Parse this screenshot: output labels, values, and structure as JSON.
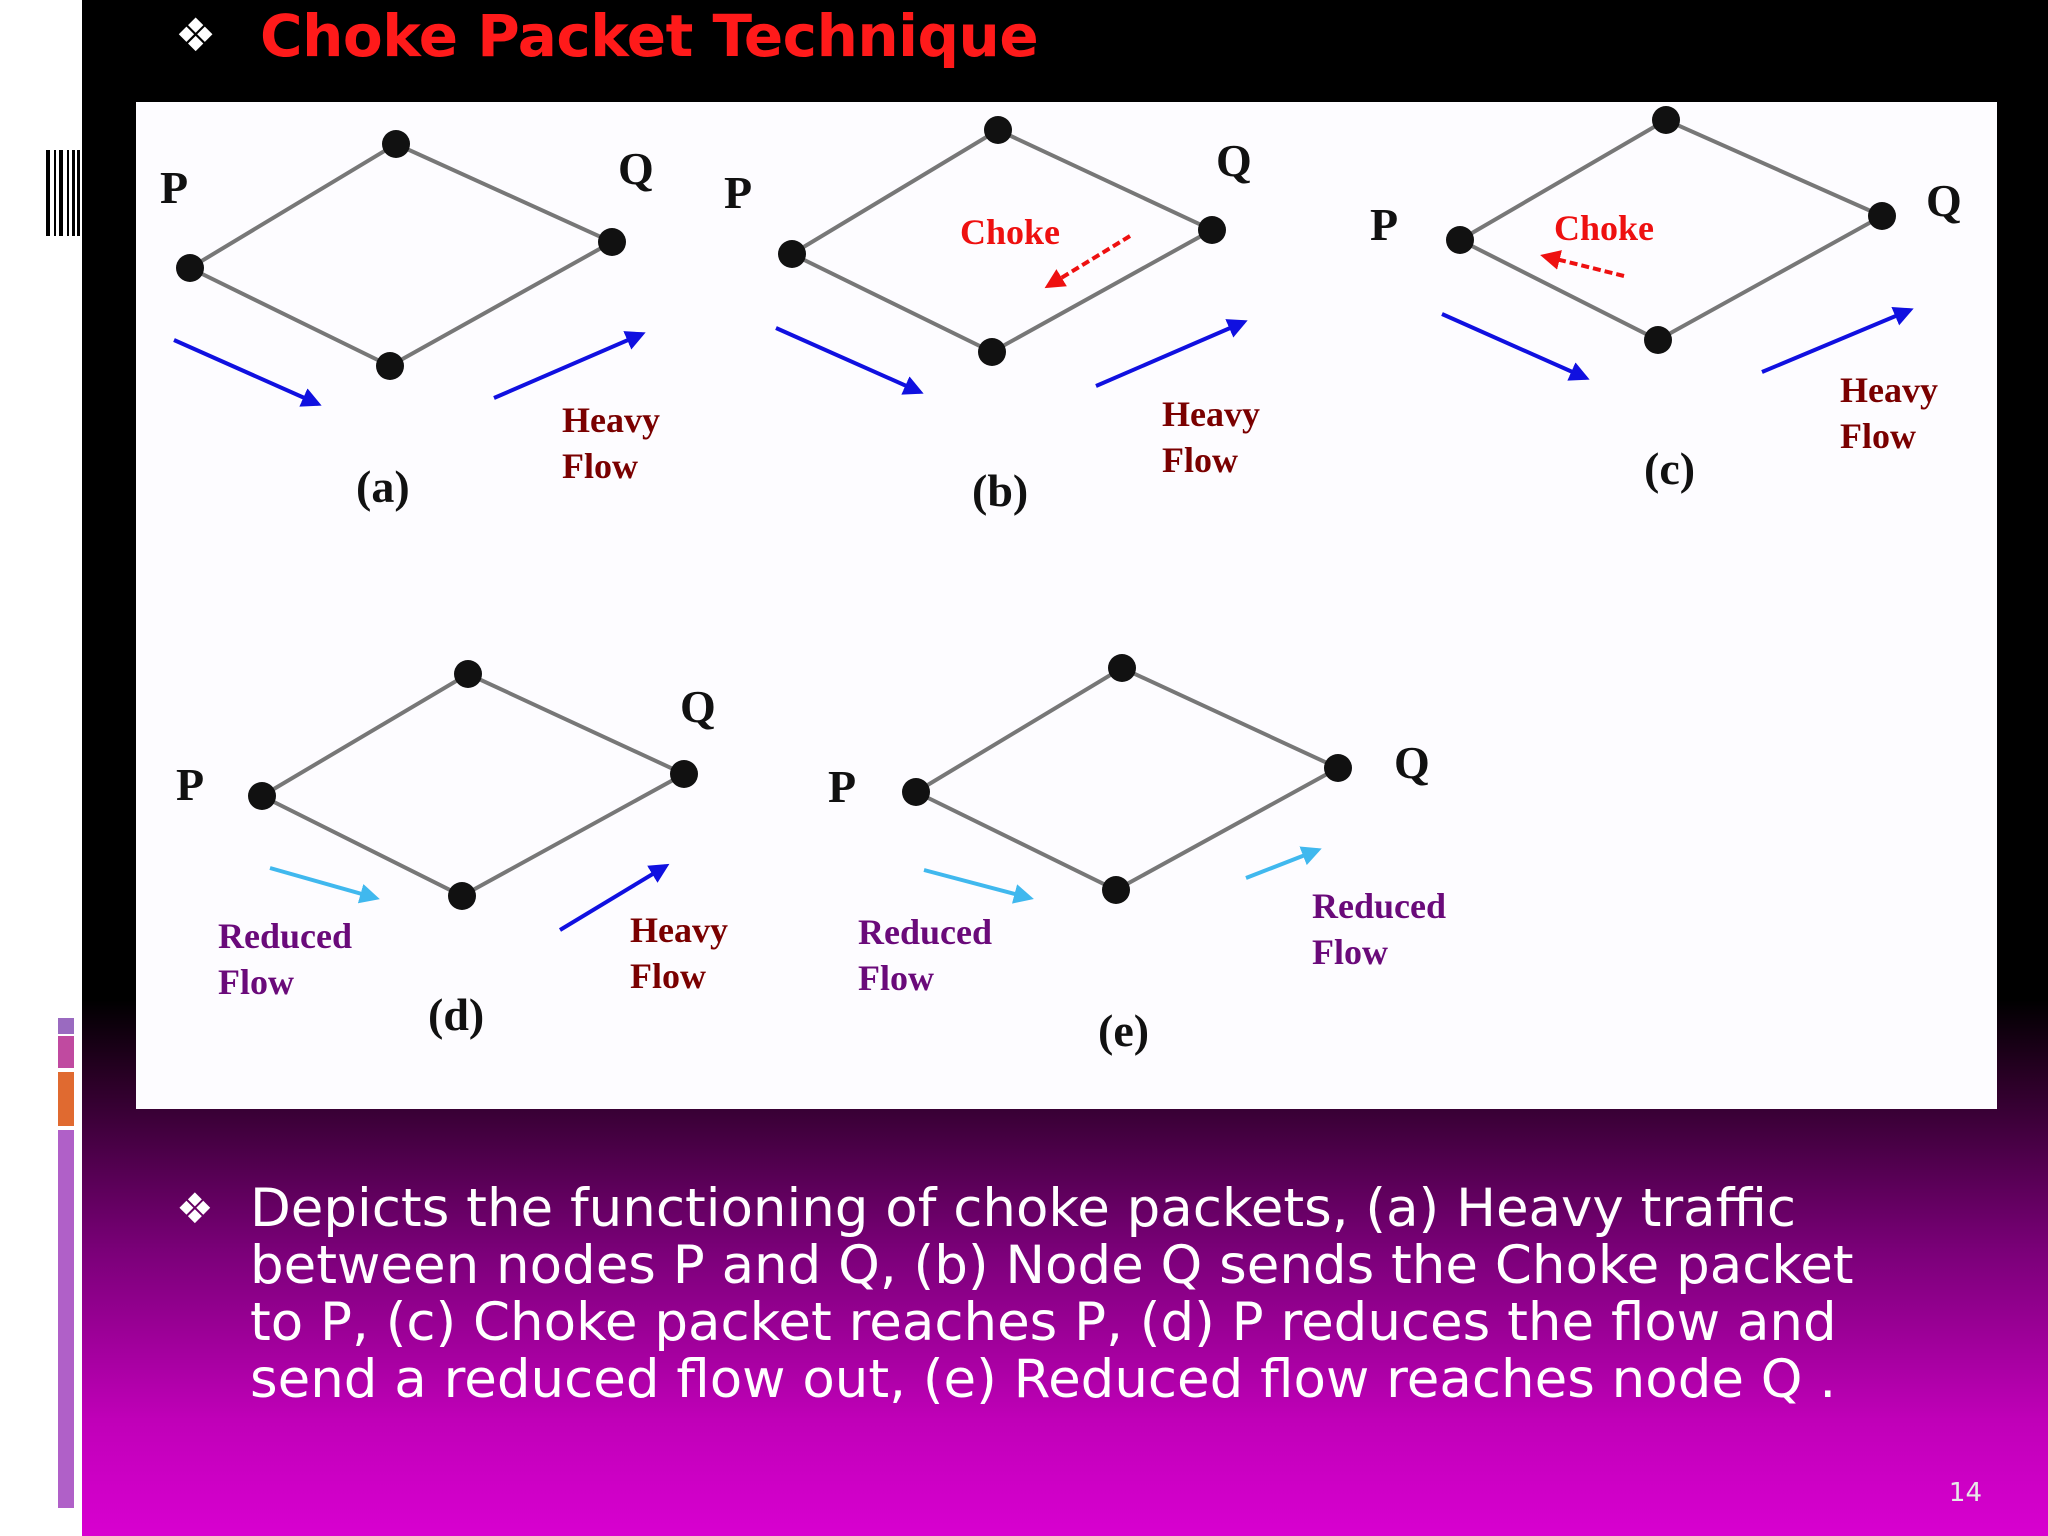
{
  "slide": {
    "title_bullet": "❖",
    "title": "Choke Packet Technique",
    "body_bullet": "❖",
    "body": "Depicts the functioning of choke packets, (a) Heavy traffic between nodes P and Q, (b) Node Q sends the Choke packet to P, (c) Choke packet reaches P, (d) P reduces the flow and send a reduced flow out, (e) Reduced flow reaches node Q .",
    "page_number": "14"
  },
  "figure": {
    "node_labels": {
      "p": "P",
      "q": "Q"
    },
    "panels": [
      {
        "caption": "(a)",
        "flow_label_1": "Heavy",
        "flow_label_2": "Flow"
      },
      {
        "caption": "(b)",
        "choke_label": "Choke",
        "flow_label_1": "Heavy",
        "flow_label_2": "Flow"
      },
      {
        "caption": "(c)",
        "choke_label": "Choke",
        "flow_label_1": "Heavy",
        "flow_label_2": "Flow"
      },
      {
        "caption": "(d)",
        "left_label_1": "Reduced",
        "left_label_2": "Flow",
        "flow_label_1": "Heavy",
        "flow_label_2": "Flow"
      },
      {
        "caption": "(e)",
        "left_label_1": "Reduced",
        "left_label_2": "Flow",
        "flow_label_1": "Reduced",
        "flow_label_2": "Flow"
      }
    ]
  },
  "colors": {
    "title": "#ff1a1a",
    "heavy_arrow": "#1010e0",
    "reduced_arrow": "#40b8ee",
    "choke": "#ee1010",
    "heavy_label": "#7a0000",
    "reduced_label": "#6a0a7a"
  }
}
